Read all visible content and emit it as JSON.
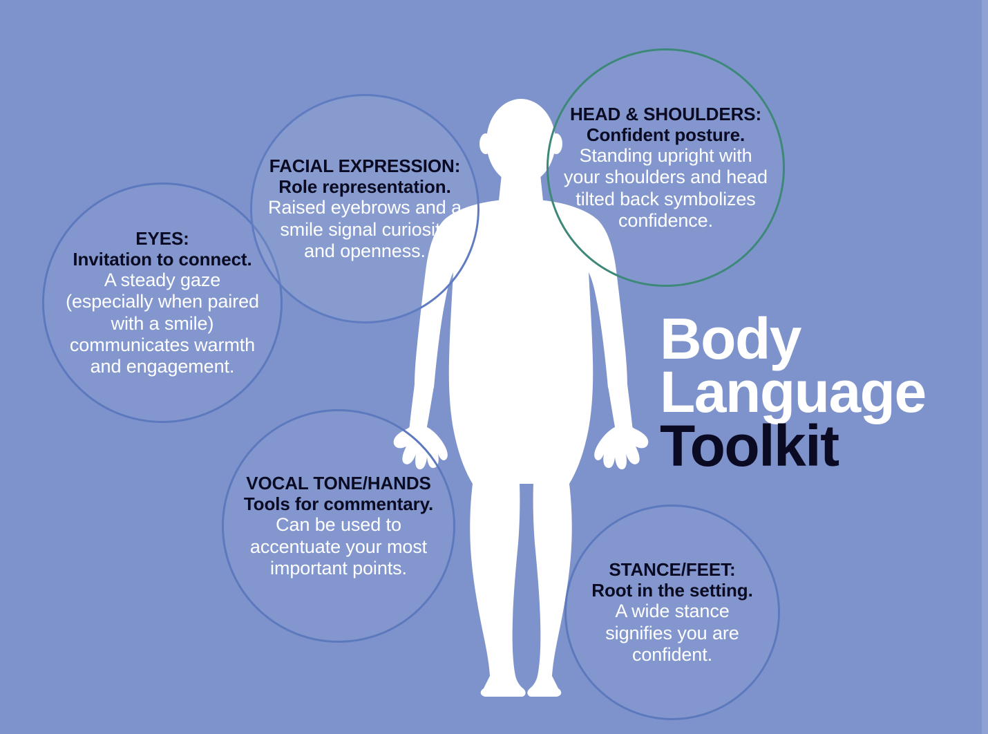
{
  "poster": {
    "background_color": "#7e93cc",
    "title": {
      "line1": "Body",
      "line2": "Language",
      "line3": "Toolkit",
      "line1_color": "#ffffff",
      "line2_color": "#ffffff",
      "line3_color": "#0a0a23"
    },
    "figure": {
      "name": "human-body-silhouette",
      "color": "#ffffff"
    }
  },
  "bubbles": [
    {
      "id": "eyes",
      "heading": "EYES:",
      "subheading": "Invitation to connect.",
      "body": "A steady gaze (especially when paired with a smile) communicates warmth and engagement.",
      "stroke_color": "#5c79bd"
    },
    {
      "id": "facial",
      "heading": "FACIAL EXPRESSION:",
      "subheading": "Role representation.",
      "body": "Raised eyebrows and a smile signal curiosity and openness.",
      "stroke_color": "#5f7cc0"
    },
    {
      "id": "head",
      "heading": "HEAD & SHOULDERS:",
      "subheading": "Confident posture.",
      "body": "Standing upright with your shoulders and head tilted back symbolizes confidence.",
      "stroke_color": "#3d8878"
    },
    {
      "id": "vocal",
      "heading": "VOCAL TONE/HANDS",
      "subheading": "Tools for commentary.",
      "body": "Can be used to accentuate your most important points.",
      "stroke_color": "#5c79bd"
    },
    {
      "id": "stance",
      "heading": "STANCE/FEET:",
      "subheading": "Root in the setting.",
      "body": "A wide stance signifies you are confident.",
      "stroke_color": "#5c79bd"
    }
  ]
}
